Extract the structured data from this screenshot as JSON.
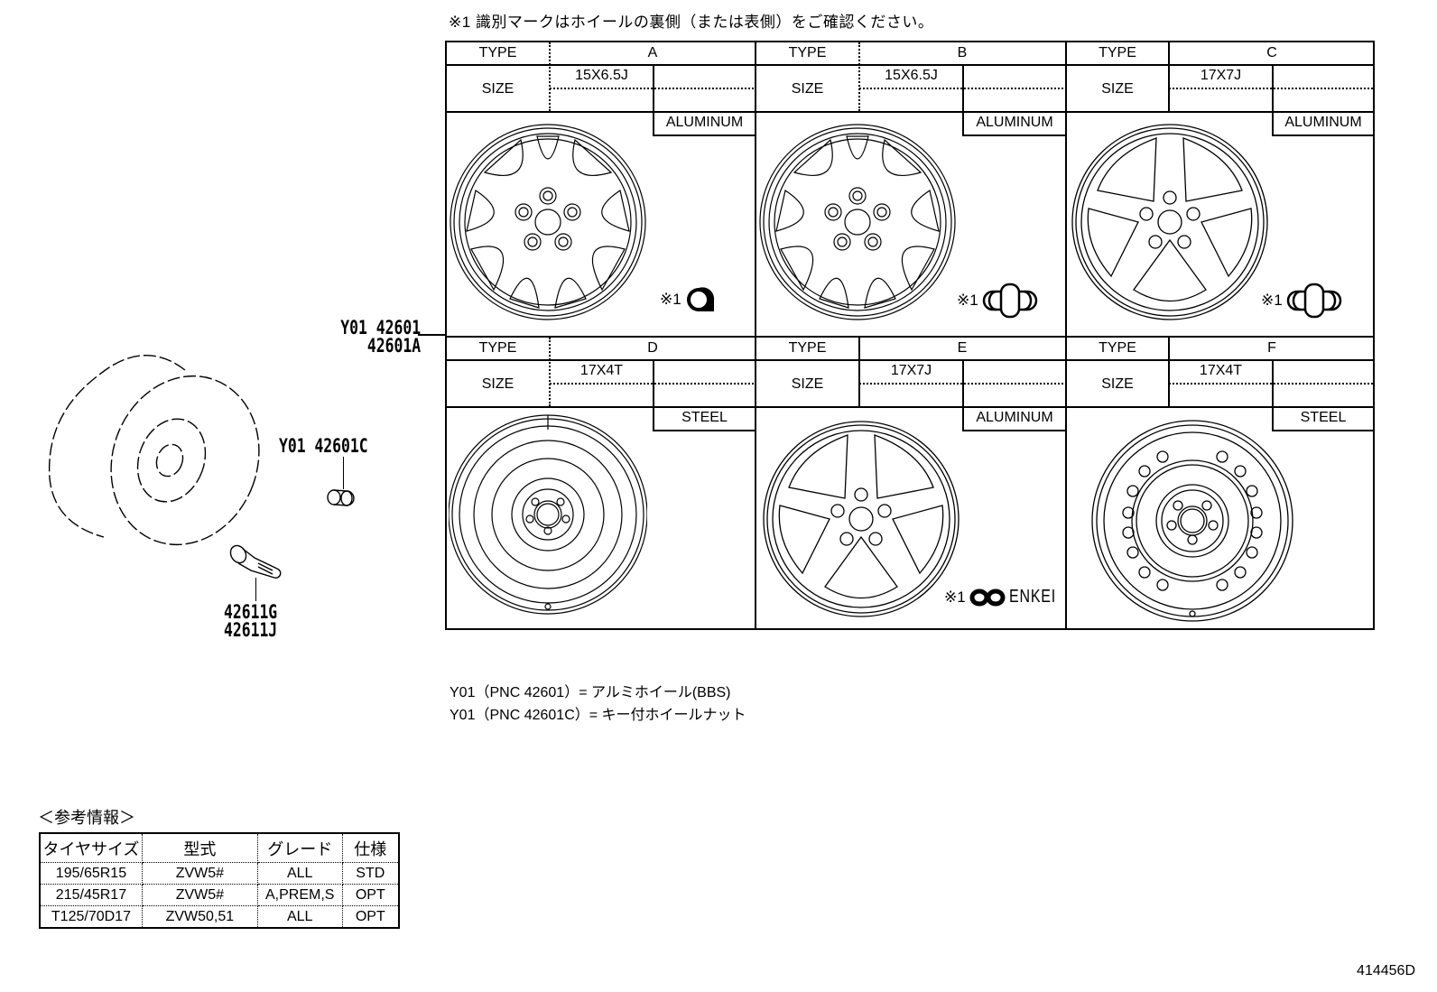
{
  "header": {
    "note": "※1 識別マークはホイールの裏側（または表側）をご確認ください。"
  },
  "wheel_table": {
    "type_label": "TYPE",
    "size_label": "SIZE",
    "mark_prefix": "※1",
    "cells": [
      {
        "type": "A",
        "size": "15X6.5J",
        "material": "ALUMINUM",
        "mark_icon": "round-tab-mark-icon",
        "mark_text": ""
      },
      {
        "type": "B",
        "size": "15X6.5J",
        "material": "ALUMINUM",
        "mark_icon": "bbs-cross-mark-icon",
        "mark_text": ""
      },
      {
        "type": "C",
        "size": "17X7J",
        "material": "ALUMINUM",
        "mark_icon": "bbs-cross-mark-icon",
        "mark_text": ""
      },
      {
        "type": "D",
        "size": "17X4T",
        "material": "STEEL",
        "mark_icon": "",
        "mark_text": ""
      },
      {
        "type": "E",
        "size": "17X7J",
        "material": "ALUMINUM",
        "mark_icon": "enkei-logo-icon",
        "mark_text": "ENKEI"
      },
      {
        "type": "F",
        "size": "17X4T",
        "material": "STEEL",
        "mark_icon": "",
        "mark_text": ""
      }
    ]
  },
  "callouts": {
    "wheel_line1": "Y01 42601",
    "wheel_line2": "42601A",
    "lock_nut": "Y01 42601C",
    "valve_line1": "42611G",
    "valve_line2": "42611J"
  },
  "legend": [
    "Y01（PNC 42601）= アルミホイール(BBS)",
    "Y01（PNC 42601C）= キー付ホイールナット"
  ],
  "reference": {
    "title": "＜参考情報＞",
    "columns": [
      "タイヤサイズ",
      "型式",
      "グレード",
      "仕様"
    ],
    "rows": [
      [
        "195/65R15",
        "ZVW5#",
        "ALL",
        "STD"
      ],
      [
        "215/45R17",
        "ZVW5#",
        "A,PREM,S",
        "OPT"
      ],
      [
        "T125/70D17",
        "ZVW50,51",
        "ALL",
        "OPT"
      ]
    ]
  },
  "drawing_number": "414456D"
}
